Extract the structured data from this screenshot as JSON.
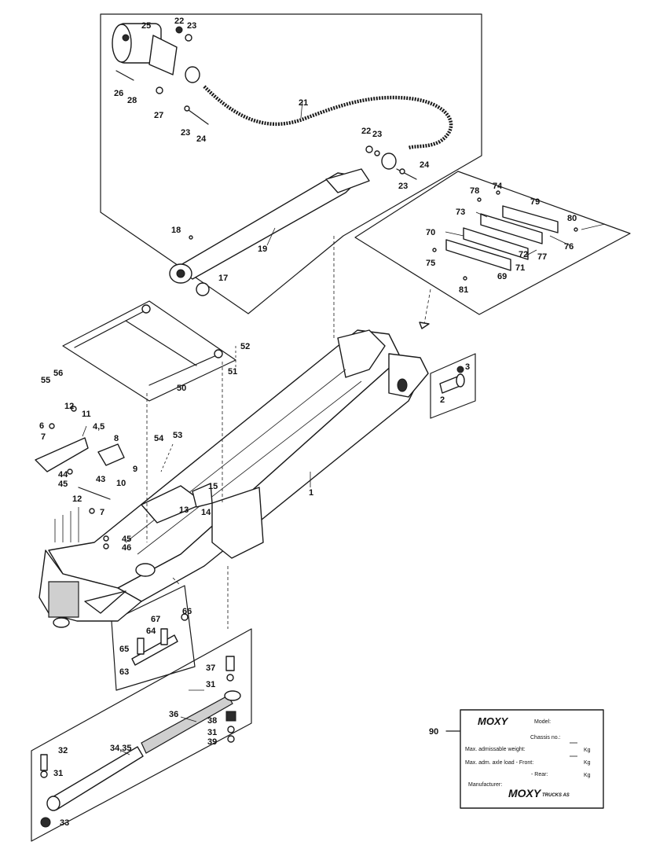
{
  "diagram": {
    "callouts": {
      "c1": "1",
      "c2": "2",
      "c3": "3",
      "c45": "4,5",
      "c6": "6",
      "c7a": "7",
      "c7b": "7",
      "c8": "8",
      "c9": "9",
      "c10": "10",
      "c11": "11",
      "c12a": "12",
      "c12b": "12",
      "c13": "13",
      "c14": "14",
      "c15": "15",
      "c17": "17",
      "c18": "18",
      "c19": "19",
      "c21": "21",
      "c22a": "22",
      "c22b": "22",
      "c23a": "23",
      "c23b": "23",
      "c23c": "23",
      "c23d": "23",
      "c24a": "24",
      "c24b": "24",
      "c25": "25",
      "c26": "26",
      "c27": "27",
      "c28": "28",
      "c31a": "31",
      "c31b": "31",
      "c31c": "31",
      "c32": "32",
      "c33": "33",
      "c3435": "34,35",
      "c36": "36",
      "c37": "37",
      "c38": "38",
      "c39": "39",
      "c43": "43",
      "c44": "44",
      "c45a": "45",
      "c45b": "45",
      "c46": "46",
      "c50": "50",
      "c51": "51",
      "c52": "52",
      "c53": "53",
      "c54": "54",
      "c55": "55",
      "c56": "56",
      "c63": "63",
      "c64": "64",
      "c65": "65",
      "c66": "66",
      "c67": "67",
      "c69": "69",
      "c70": "70",
      "c71": "71",
      "c72": "72",
      "c73": "73",
      "c74": "74",
      "c75": "75",
      "c76": "76",
      "c77": "77",
      "c78": "78",
      "c79": "79",
      "c80": "80",
      "c81": "81",
      "c90": "90"
    },
    "plate": {
      "logo": "MOXY",
      "model": "Model:",
      "chassis": "Chassis no.:",
      "max_weight": "Max. admissable weight:",
      "kg1": "Kg",
      "axle_front": "Max. adm. axle load - Front:",
      "kg2": "Kg",
      "axle_rear": "- Rear:",
      "kg3": "Kg",
      "manufacturer": "Manufacturer:",
      "maker_logo": "MOXY",
      "maker_suffix": "TRUCKS AS"
    }
  }
}
